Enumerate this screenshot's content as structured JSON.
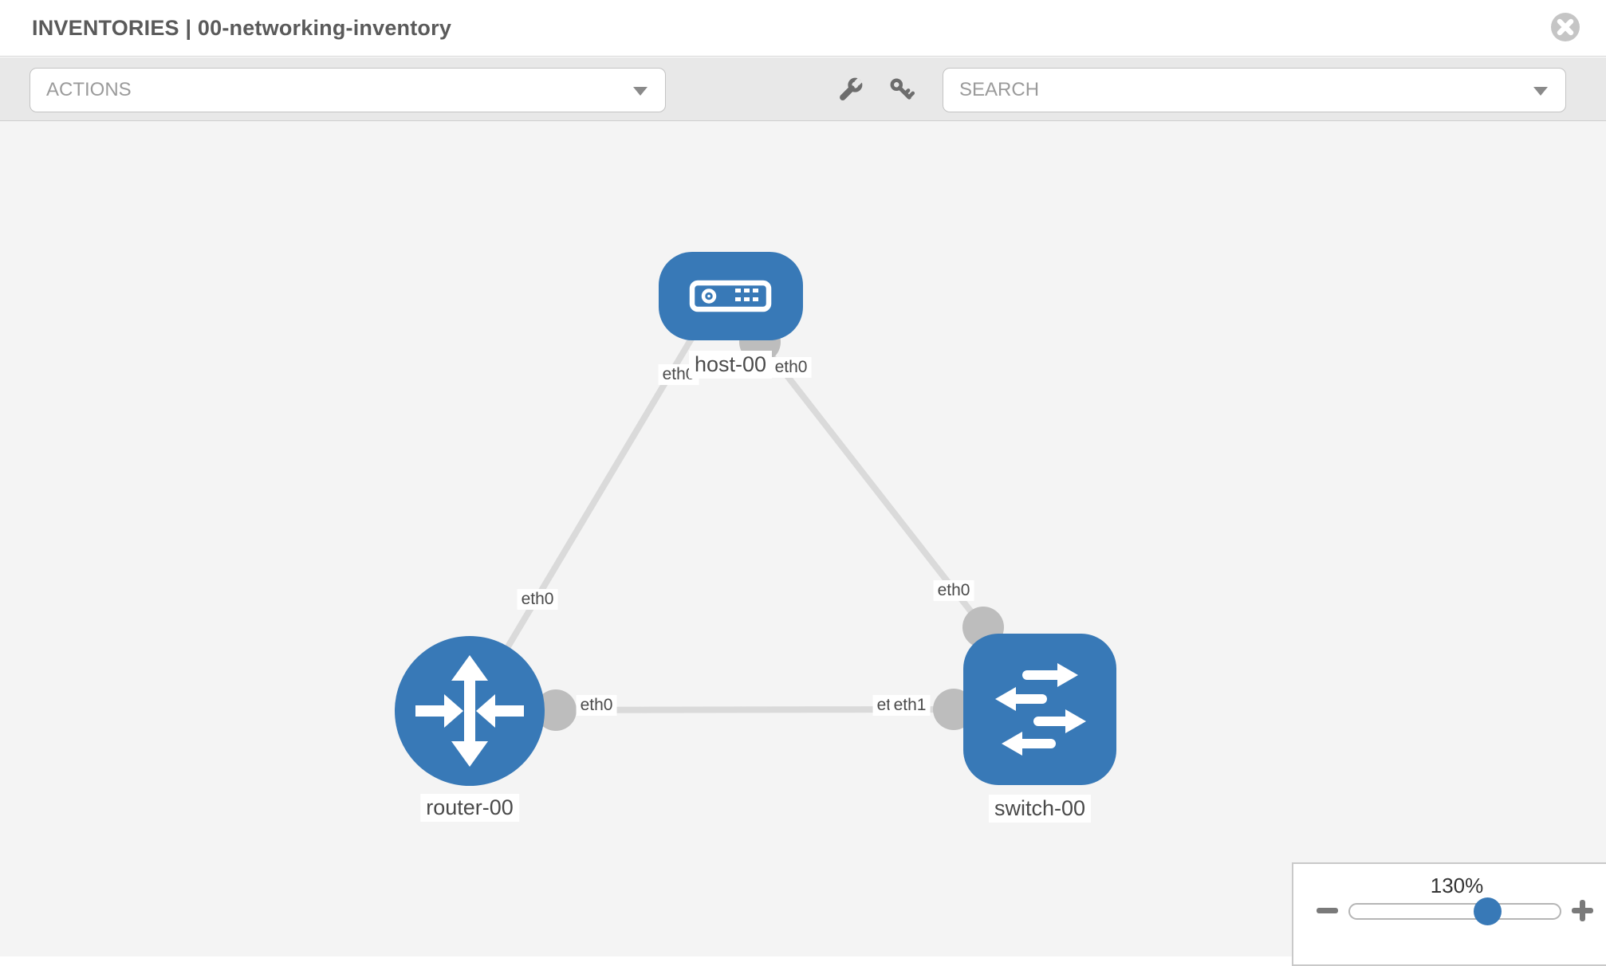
{
  "window": {
    "title": "INVENTORIES | 00-networking-inventory"
  },
  "toolbar": {
    "actions_value": "ACTIONS",
    "search_value": "SEARCH",
    "tool_icons": [
      "wrench-icon",
      "key-icon"
    ]
  },
  "topology": {
    "nodes": [
      {
        "type": "host",
        "label": "host-00"
      },
      {
        "type": "router",
        "label": "router-00"
      },
      {
        "type": "switch",
        "label": "switch-00"
      }
    ],
    "links": [
      {
        "from": "host-00",
        "from_if": "eth0",
        "to": "router-00",
        "to_if": "eth0"
      },
      {
        "from": "host-00",
        "from_if": "eth0",
        "to": "switch-00",
        "to_if": "eth0"
      },
      {
        "from": "router-00",
        "from_if": "eth0",
        "to": "switch-00",
        "to_if": "eth1"
      }
    ],
    "iface_labels": [
      {
        "text": "eth0",
        "at": "host-left"
      },
      {
        "text": "eth0",
        "at": "host-right"
      },
      {
        "text": "eth0",
        "at": "host-router-link"
      },
      {
        "text": "eth0",
        "at": "host-switch-link"
      },
      {
        "text": "eth0",
        "at": "router-right"
      },
      {
        "text": "eth0",
        "at": "switch-left-under"
      },
      {
        "text": "eth1",
        "at": "switch-left"
      }
    ]
  },
  "zoom_control": {
    "level": "130%",
    "slider_percent": 64
  },
  "colors": {
    "node_blue": "#3879b7",
    "link_gray": "#dadada",
    "connector_gray": "#bdbdbd",
    "canvas_bg": "#f4f4f4",
    "toolbar_bg": "#e8e8e8",
    "label_text": "#4a4a4a"
  }
}
